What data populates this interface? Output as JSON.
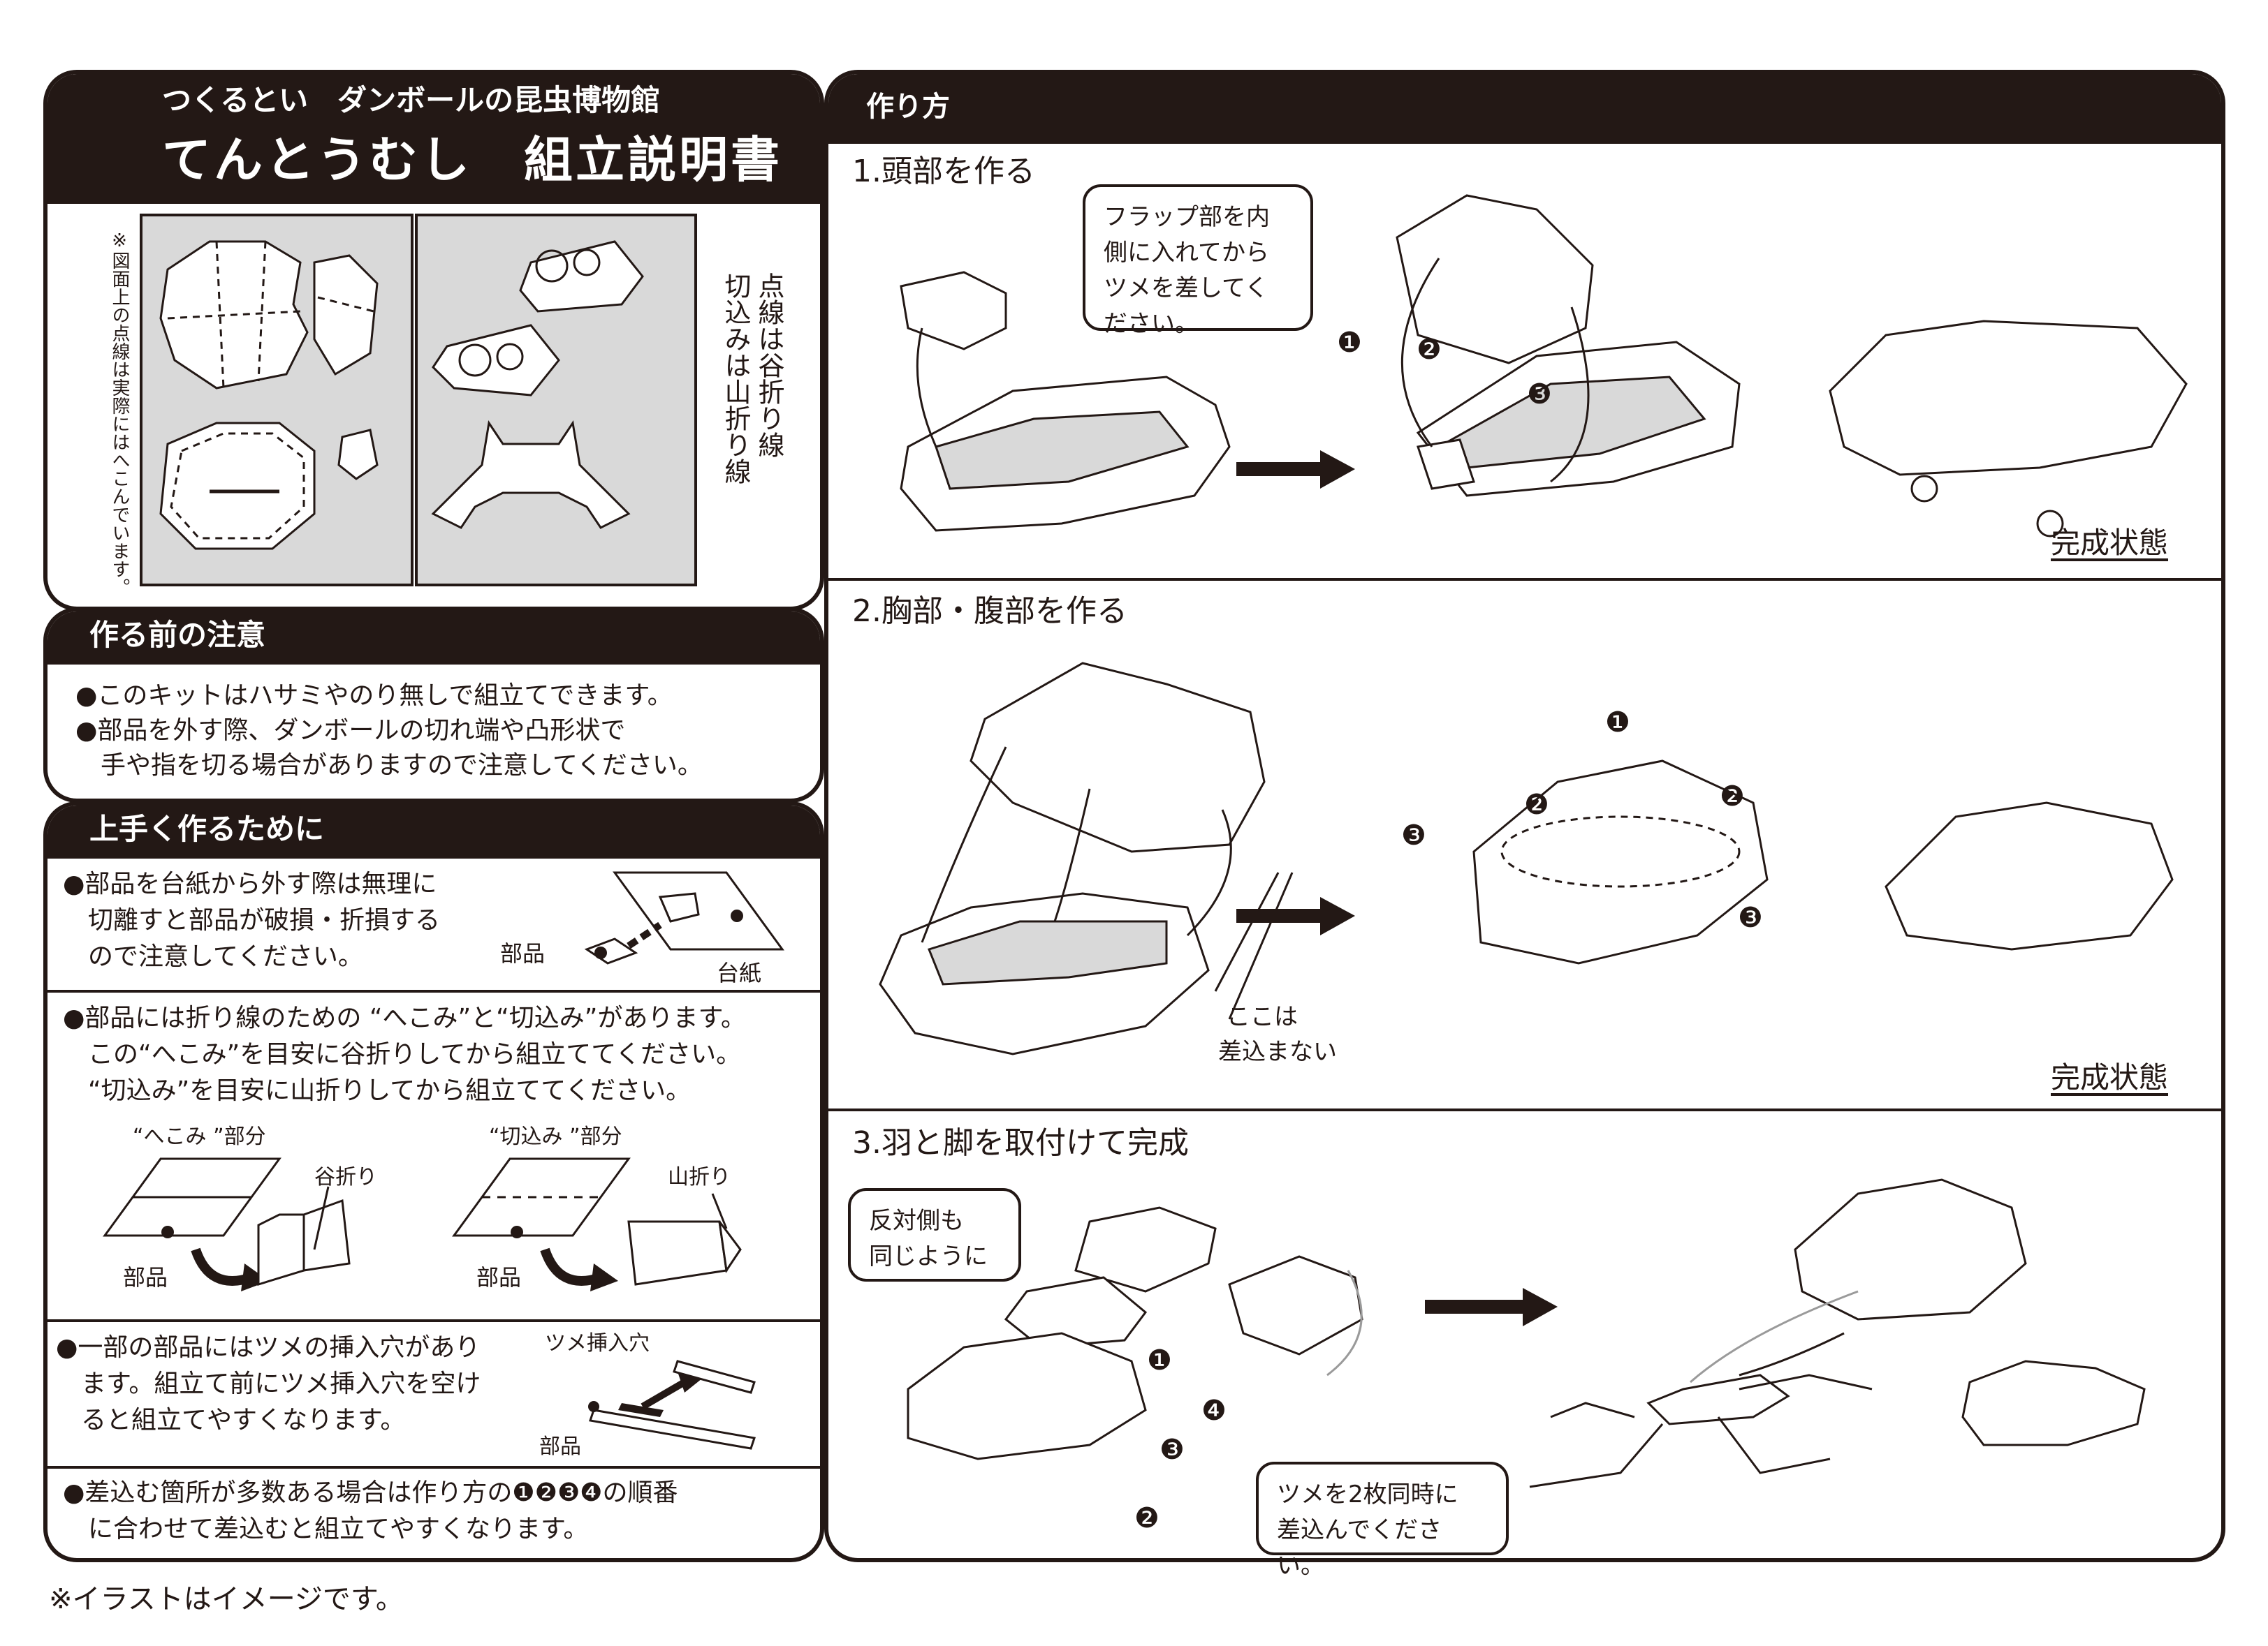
{
  "header": {
    "subtitle": "つくるとい　ダンボールの昆虫博物館",
    "title": "てんとうむし　組立説明書"
  },
  "sheet": {
    "side_note": "※図面上の点線は実際にはへこんでいます。",
    "right_note_line1": "点線は谷折り線",
    "right_note_line2": "切込みは山折り線"
  },
  "caution": {
    "heading": "作る前の注意",
    "lines": [
      "●このキットはハサミやのり無しで組立てできます。",
      "●部品を外す際、ダンボールの切れ端や凸形状で",
      "　手や指を切る場合がありますので注意してください。"
    ]
  },
  "tips": {
    "heading": "上手く作るために",
    "tip1": [
      "●部品を台紙から外す際は無理に",
      "　切離すと部品が破損・折損する",
      "　ので注意してください。"
    ],
    "tip1_labels": {
      "part": "部品",
      "base": "台紙"
    },
    "tip2": [
      "●部品には折り線のための “へこみ”と“切込み”があります。",
      "　この“へこみ”を目安に谷折りしてから組立ててください。",
      "　“切込み”を目安に山折りしてから組立ててください。"
    ],
    "tip2_labels": {
      "dent": "“へこみ ”部分",
      "valley": "谷折り",
      "part_a": "部品",
      "cut": "“切込み ”部分",
      "mountain": "山折り",
      "part_b": "部品"
    },
    "tip3": [
      "●一部の部品にはツメの挿入穴があり",
      "　ます。組立て前にツメ挿入穴を空け",
      "　ると組立てやすくなります。"
    ],
    "tip3_labels": {
      "hole": "ツメ挿入穴",
      "part": "部品"
    },
    "tip4": [
      "●差込む箇所が多数ある場合は作り方の❶❷❸❹の順番",
      "　に合わせて差込むと組立てやすくなります。"
    ]
  },
  "howto": {
    "heading": "作り方",
    "step1": {
      "title": "1.頭部を作る",
      "callout": [
        "フラップ部を内",
        "側に入れてから",
        "ツメを差してく",
        "ださい。"
      ],
      "complete": "完成状態",
      "markers": [
        "❶",
        "❷",
        "❸"
      ]
    },
    "step2": {
      "title": "2.胸部・腹部を作る",
      "note": [
        "ここは",
        "差込まない"
      ],
      "complete": "完成状態",
      "markers": [
        "❶",
        "❷",
        "❷",
        "❸",
        "❸"
      ]
    },
    "step3": {
      "title": "3.羽と脚を取付けて完成",
      "callout": [
        "反対側も",
        "同じように"
      ],
      "callout2": [
        "ツメを2枚同時に",
        "差込んでください。"
      ],
      "markers": [
        "❶",
        "❹",
        "❸",
        "❷"
      ]
    }
  },
  "footer": "※イラストはイメージです。"
}
